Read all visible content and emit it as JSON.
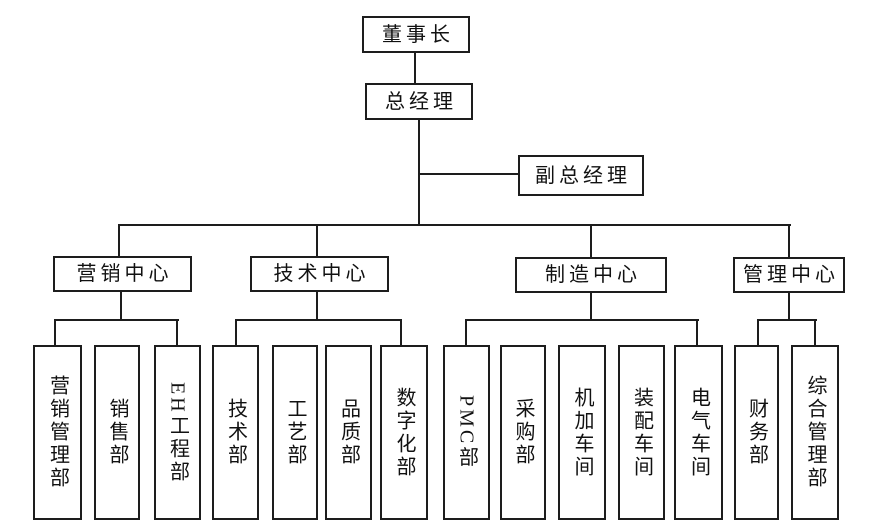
{
  "org_chart": {
    "chairman": "董事长",
    "general_manager": "总经理",
    "deputy_general_manager": "副总经理",
    "centers": [
      {
        "name": "营销中心",
        "departments": [
          "营销管理部",
          "销售部",
          "EH工程部"
        ]
      },
      {
        "name": "技术中心",
        "departments": [
          "技术部",
          "工艺部",
          "品质部",
          "数字化部"
        ]
      },
      {
        "name": "制造中心",
        "departments": [
          "PMC部",
          "采购部",
          "机加车间",
          "装配车间",
          "电气车间"
        ]
      },
      {
        "name": "管理中心",
        "departments": [
          "财务部",
          "综合管理部"
        ]
      }
    ],
    "line_color": "#1d1d1d",
    "background": "#ffffff"
  }
}
